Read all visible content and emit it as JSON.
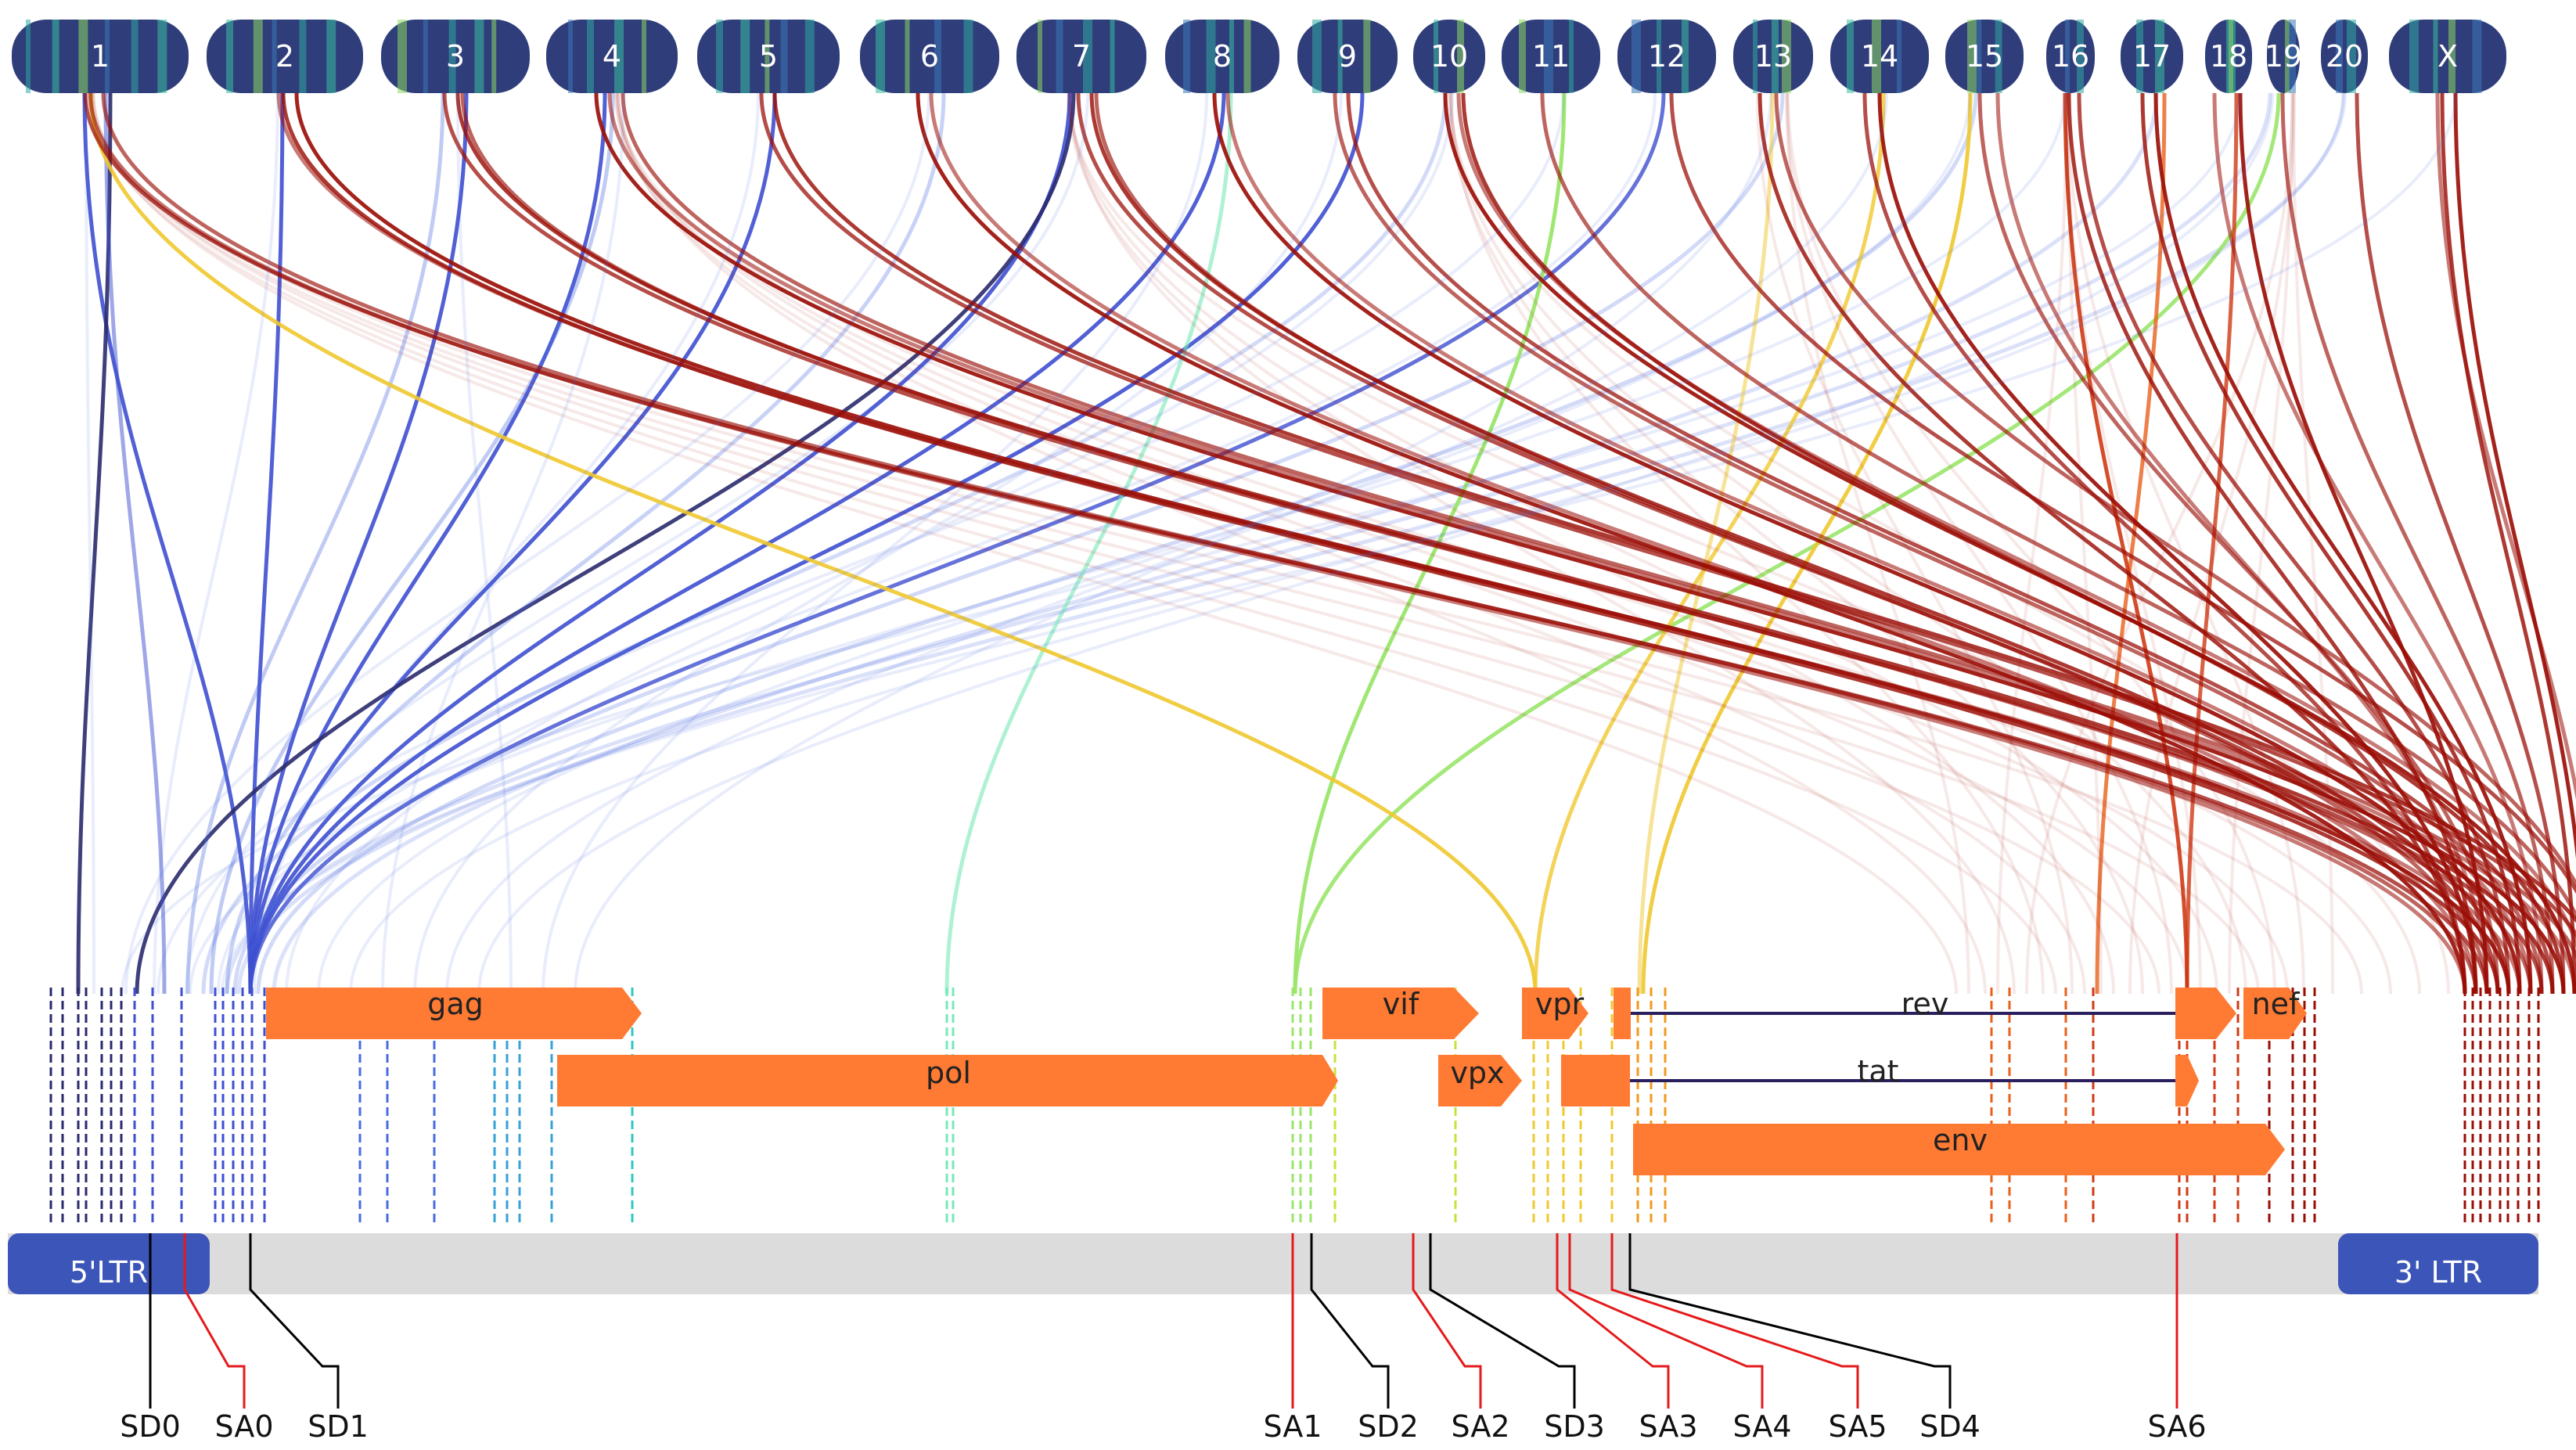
{
  "chromosomes": [
    "1",
    "2",
    "3",
    "4",
    "5",
    "6",
    "7",
    "8",
    "9",
    "10",
    "11",
    "12",
    "13",
    "14",
    "15",
    "16",
    "17",
    "18",
    "19",
    "20",
    "X"
  ],
  "genome": {
    "ltr5_label": "5'LTR",
    "ltr3_label": "3' LTR"
  },
  "genes": {
    "gag": "gag",
    "pol": "pol",
    "vif": "vif",
    "vpr": "vpr",
    "vpx": "vpx",
    "rev": "rev",
    "tat": "tat",
    "env": "env",
    "nef": "nef"
  },
  "splice_sites": [
    "SD0",
    "SA0",
    "SD1",
    "SA1",
    "SD2",
    "SA2",
    "SD3",
    "SA3",
    "SA4",
    "SA5",
    "SD4",
    "SA6"
  ],
  "colors": {
    "chrom_fill": "#2f3d7a",
    "gene_fill": "#ff7a33",
    "genome_bar": "#dcdcdc",
    "ltr_fill": "#3c55b8",
    "donor_line": "#000000",
    "acceptor_line": "#e41a1c",
    "integration_palette": [
      "#2a2a6e",
      "#3e4fd0",
      "#4a6be0",
      "#3aa0d8",
      "#2fc7c0",
      "#78e8b8",
      "#9ae66a",
      "#c8e23c",
      "#f0c830",
      "#f09a20",
      "#e8601c",
      "#d03a14",
      "#9a0d05"
    ]
  }
}
